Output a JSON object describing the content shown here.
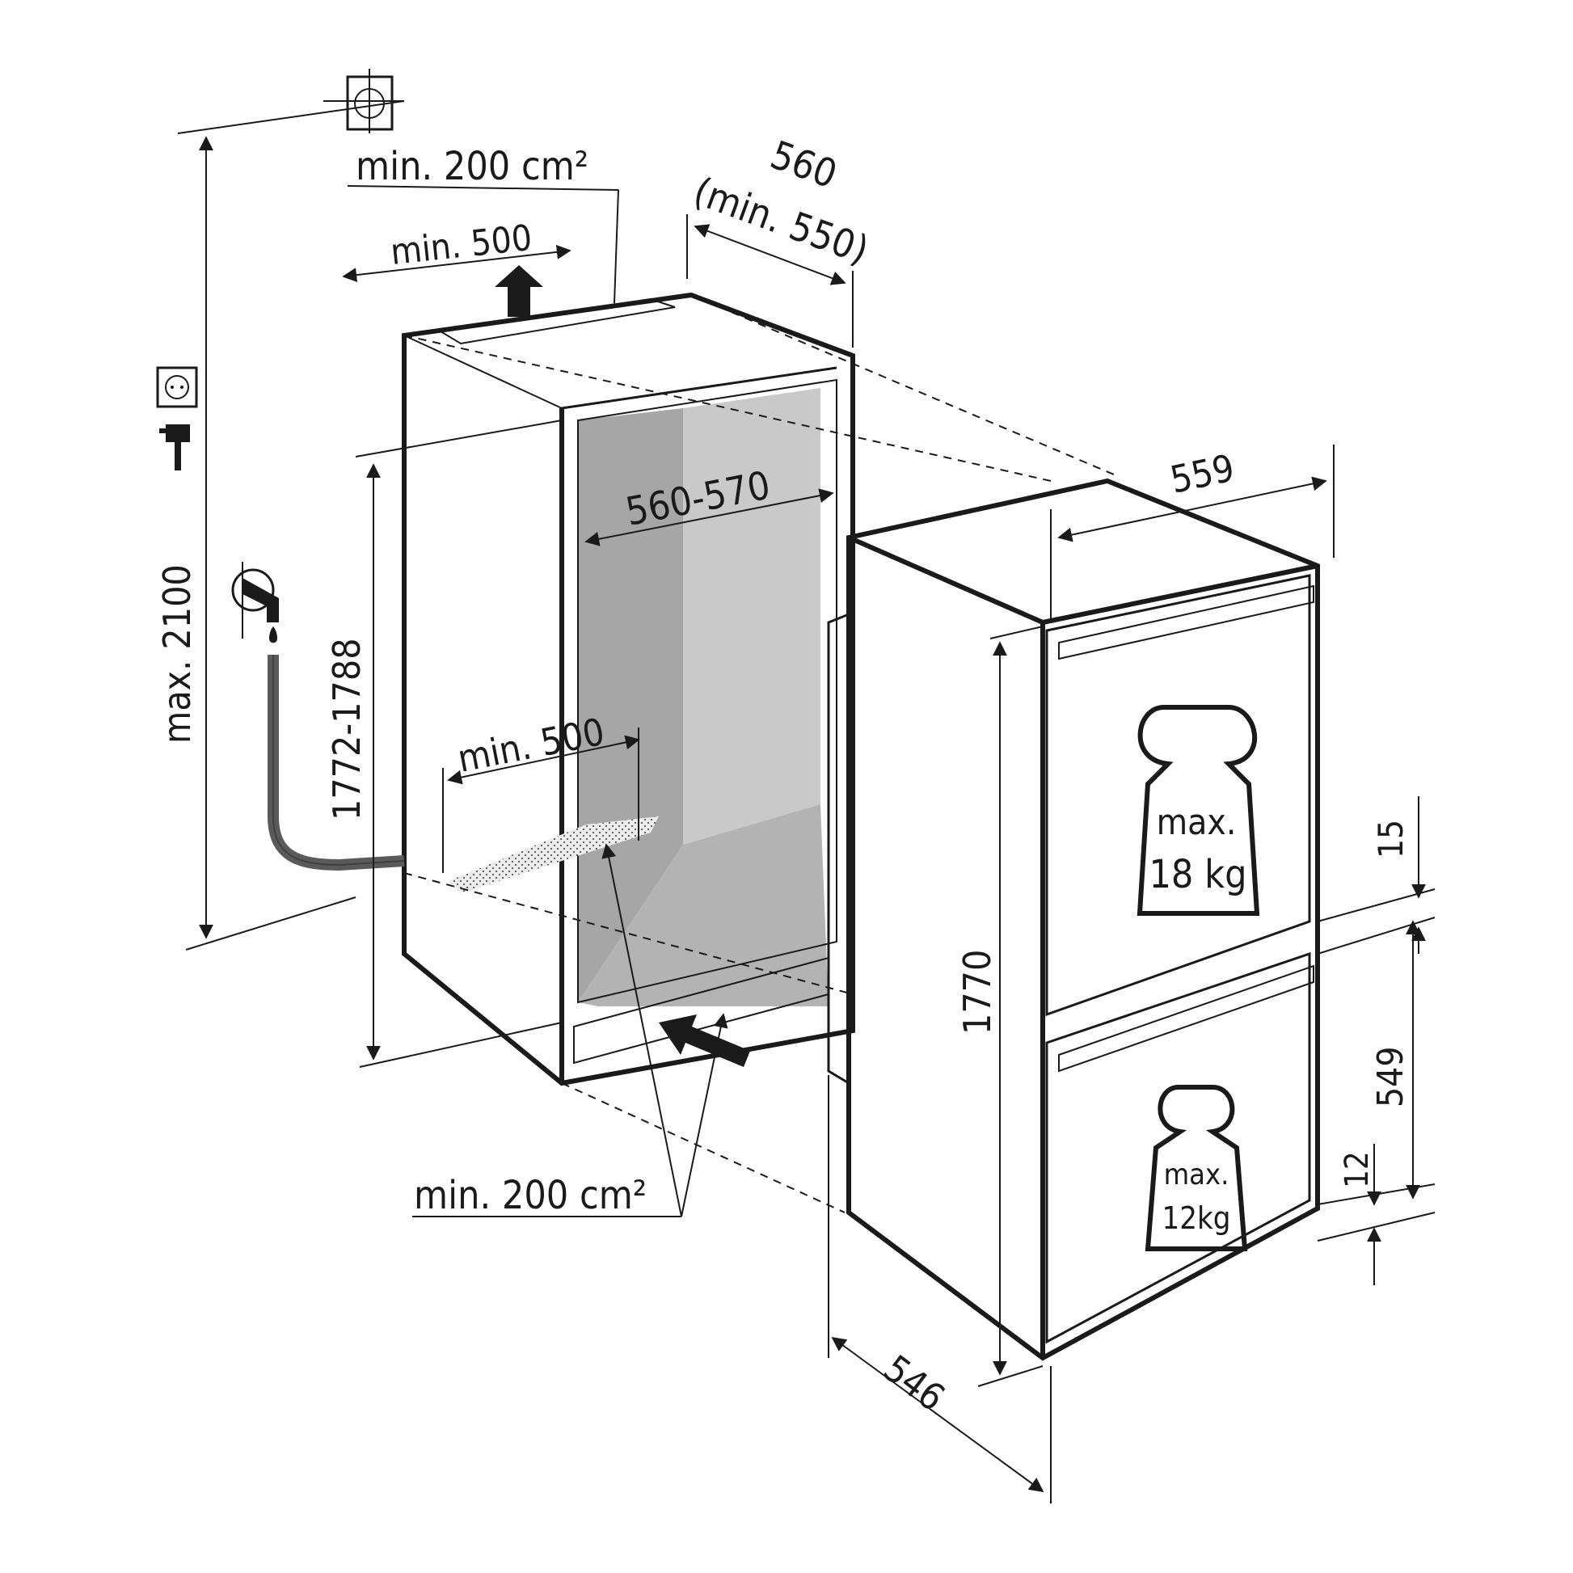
{
  "dims": {
    "top_vent_area": "min. 200 cm²",
    "top_vent_width": "min. 500",
    "niche_width_top": "560",
    "niche_width_min": "(min. 550)",
    "niche_inner_width": "560-570",
    "bottom_vent_width": "min. 500",
    "niche_height": "1772-1788",
    "max_total_height": "max. 2100",
    "bottom_vent_area": "min. 200 cm²",
    "appliance_width": "559",
    "appliance_height": "1770",
    "appliance_depth": "546",
    "gap_top": "15",
    "door_height": "549",
    "gap_bottom": "12"
  },
  "loads": {
    "upper_door": {
      "line1": "max.",
      "line2": "18 kg"
    },
    "lower_door": {
      "line1": "max.",
      "line2": "12kg"
    }
  },
  "colors": {
    "line": "#1a1a1a",
    "niche_shade_dark": "#a6a6a6",
    "niche_shade_light": "#c9c9c9",
    "hose": "#5a5a5a",
    "panel_fill": "#d9d9d9"
  },
  "icons": [
    "wall-socket-icon",
    "plug-icon",
    "water-tap-icon",
    "wall-outlet-icon",
    "weight-icon",
    "arrow-up-icon",
    "arrow-in-icon"
  ]
}
